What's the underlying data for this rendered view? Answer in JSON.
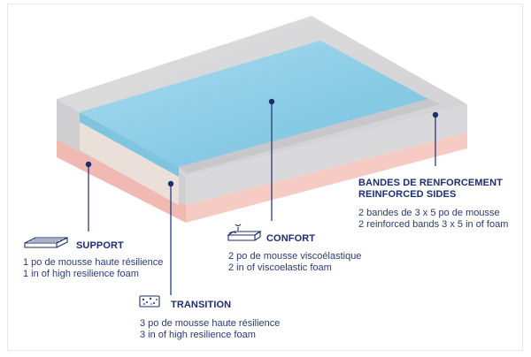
{
  "layers": {
    "support": {
      "title": "SUPPORT",
      "line_fr": "1 po de mousse haute résilience",
      "line_en": "1 in of high resilience foam",
      "icon": "foam-block-icon"
    },
    "transition": {
      "title": "TRANSITION",
      "line_fr": "3 po de mousse haute résilience",
      "line_en": "3 in of high resilience foam",
      "icon": "textured-foam-icon"
    },
    "confort": {
      "title": "CONFORT",
      "line_fr": "2 po de mousse viscoélastique",
      "line_en": "2 in of viscoelastic foam",
      "icon": "memory-foam-icon"
    },
    "sides": {
      "title_fr": "BANDES DE RENFORCEMENT",
      "title_en": "REINFORCED SIDES",
      "line_fr": "2 bandes de 3 x 5 po de mousse",
      "line_en": "2 reinforced bands 3 x 5 in of foam"
    }
  },
  "colors": {
    "ink": "#1d2e6b",
    "comfort_top": "#8ed0e8",
    "side_grey": "#d3d3d6",
    "support_pink": "#f2c2bb",
    "transition_beige": "#eadfd8"
  }
}
